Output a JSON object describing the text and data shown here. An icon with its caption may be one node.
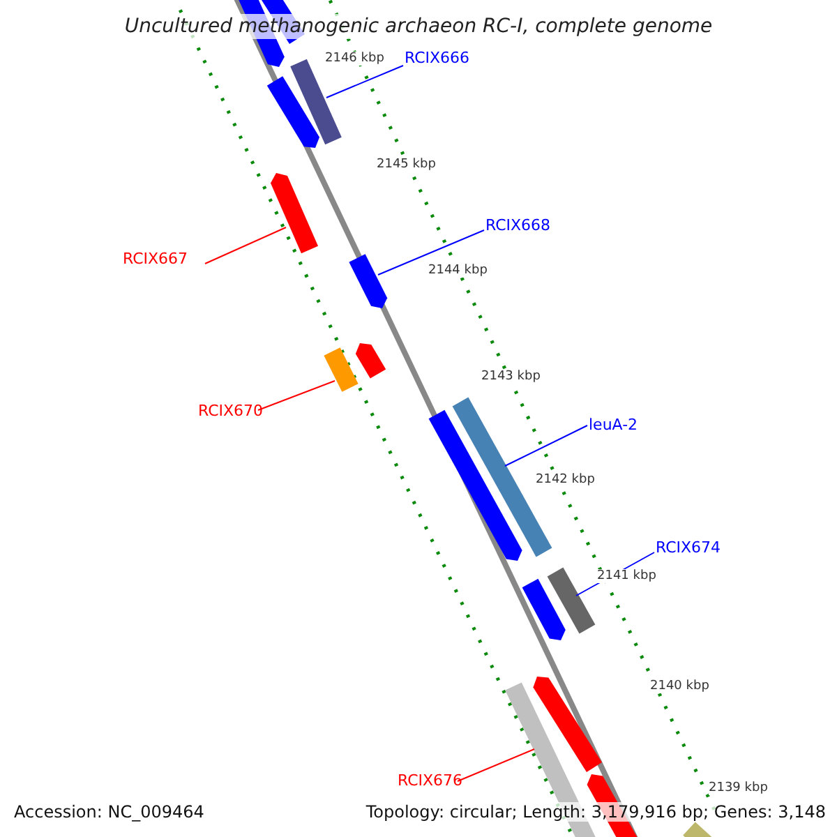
{
  "diagram": {
    "title": "Uncultured methanogenic archaeon RC-I, complete genome",
    "nodes": [
      {
        "text": [
          "RCIX666"
        ]
      },
      {
        "text": [],
        "shape": "bar"
      },
      {
        "text": [
          "RCIX667"
        ]
      },
      {
        "text": [],
        "shape": "bar"
      },
      {
        "text": [
          "RCIX668"
        ]
      },
      {
        "text": [],
        "shape": "bar"
      },
      {
        "text": [
          "RCIX670"
        ]
      },
      {
        "text": [],
        "shape": "bar"
      },
      {
        "text": [
          "leuA-2"
        ]
      },
      {
        "text": [],
        "shape": "bar"
      },
      {
        "text": [
          "RCIX674"
        ]
      },
      {
        "text": [],
        "shape": "bar"
      },
      {
        "text": [
          "RCIX676"
        ]
      },
      {
        "text": [],
        "shape": "bar"
      },
      {
        "text": [],
        "shape": "bar"
      },
      {
        "text": [],
        "shape": "bar"
      },
      {
        "text": [],
        "shape": "bar"
      },
      {
        "text": [],
        "shape": "bar"
      },
      {
        "text": [],
        "shape": "bar"
      },
      {
        "text": [],
        "shape": "bar"
      },
      {
        "text": [],
        "shape": "bar"
      },
      {
        "text": [],
        "shape": "bar"
      },
      {
        "text": [],
        "shape": "bar"
      }
    ],
    "edges": [
      {
        "from": 0,
        "to": 1,
        "arrow": "none"
      },
      {
        "from": 2,
        "to": 3,
        "arrow": "none",
        "color": "#ff0000"
      },
      {
        "from": 4,
        "to": 5,
        "arrow": "none"
      },
      {
        "from": 6,
        "to": 7,
        "arrow": "none",
        "color": "#ff0000"
      },
      {
        "from": 8,
        "to": 9,
        "arrow": "none"
      },
      {
        "from": 10,
        "to": 11,
        "arrow": "none"
      },
      {
        "from": 12,
        "to": 13,
        "arrow": "none",
        "color": "#ff0000"
      }
    ],
    "labels": [
      "2146 kbp",
      "2145 kbp",
      "2144 kbp",
      "2143 kbp",
      "2142 kbp",
      "2141 kbp",
      "2140 kbp",
      "2139 kbp",
      "Accession: NC_009464",
      "Topology: circular; Length: 3,179,916 bp; Genes: 3,148"
    ]
  }
}
